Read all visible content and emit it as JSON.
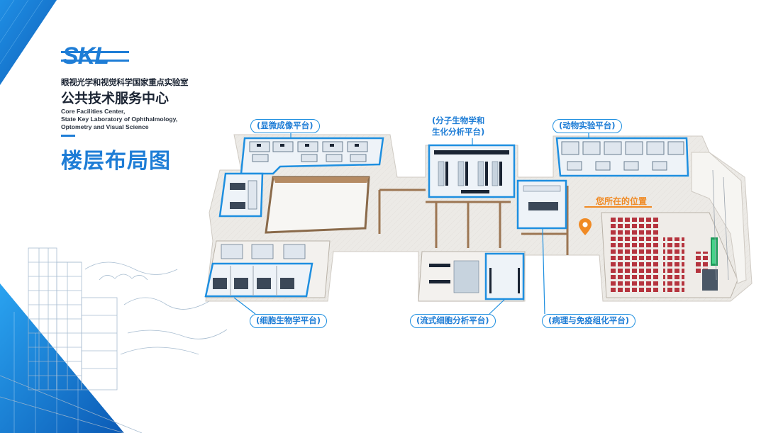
{
  "brand": {
    "logo_text": "SKL",
    "lab_name_cn": "眼视光学和视觉科学国家重点实验室",
    "center_name_cn": "公共技术服务中心",
    "en_line1": "Core Facilities Center,",
    "en_line2": "State Key Laboratory of Ophthalmology,",
    "en_line3": "Optometry and Visual Science"
  },
  "page": {
    "title": "楼层布局图"
  },
  "platforms": {
    "imaging": "(显微成像平台)",
    "molecular_line1": "(分子生物学和",
    "molecular_line2": "生化分析平台)",
    "animal": "(动物实验平台)",
    "cell_bio": "(细胞生物学平台)",
    "flow": "(流式细胞分析平台)",
    "pathology": "(病理与免疫组化平台)"
  },
  "location": {
    "label": "您所在的位置"
  },
  "colors": {
    "accent": "#1e7dd6",
    "highlight": "#1e8fe0",
    "location": "#f08a24",
    "seat": "#b5343e"
  }
}
